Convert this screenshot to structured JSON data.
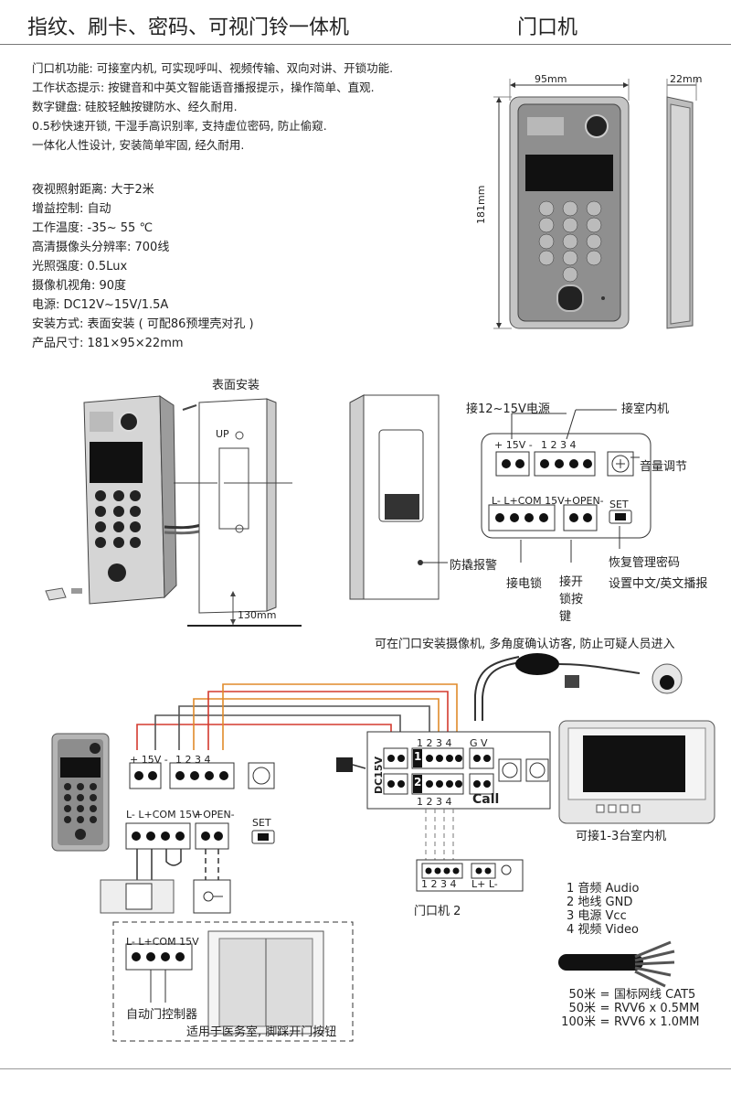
{
  "header": {
    "title": "指纹、刷卡、密码、可视门铃一体机",
    "subtitle": "门口机"
  },
  "features": [
    "门口机功能: 可接室内机, 可实现呼叫、视频传输、双向对讲、开锁功能.",
    "工作状态提示: 按键音和中英文智能语音播报提示，操作简单、直观.",
    "数字键盘: 硅胶轻触按键防水、经久耐用.",
    "0.5秒快速开锁, 干湿手高识别率, 支持虚位密码, 防止偷窥.",
    "一体化人性设计, 安装简单牢固, 经久耐用."
  ],
  "specs": [
    "夜视照射距离: 大于2米",
    "增益控制: 自动",
    "工作温度: -35~ 55 ℃",
    "高清摄像头分辨率: 700线",
    "光照强度: 0.5Lux",
    "摄像机视角: 90度",
    "电源: DC12V~15V/1.5A",
    "安装方式: 表面安装 ( 可配86预埋壳对孔 )",
    "产品尺寸: 181×95×22mm"
  ],
  "dimensions": {
    "width": "95mm",
    "depth": "22mm",
    "height": "181mm"
  },
  "install": {
    "title": "表面安装",
    "gap": "130mm",
    "up": "UP"
  },
  "terminals": {
    "power": "接12~15V电源",
    "indoor": "接室内机",
    "volume": "音量调节",
    "tamper": "防撬报警",
    "lock": "接电锁",
    "exit_button": "接开锁按键",
    "reset_pwd": "恢复管理密码",
    "voice_lang": "设置中文/英文播报",
    "plus15": "+ 15V -",
    "nums": "1 2 3 4",
    "com15": "L- L+COM 15V",
    "open": "+OPEN-",
    "set": "SET"
  },
  "wiring": {
    "camera_note": "可在门口安装摄像机, 多角度确认访客, 防止可疑人员进入",
    "monitor_note": "可接1-3台室内机",
    "door2": "门口机 2",
    "auto_door": "自动门控制器",
    "medical_note": "适用于医务室, 脚踩开门按钮",
    "call": "Call",
    "dc15v": "DC15V",
    "gv": "G V",
    "one": "1",
    "two": "2",
    "lplus": "L+ L-"
  },
  "cable_legend": [
    "1 音频 Audio",
    "2 地线 GND",
    "3 电源 Vcc",
    "4 视频 Video"
  ],
  "cable_specs": [
    {
      "len": "50米",
      "spec": "国标网线 CAT5"
    },
    {
      "len": "50米",
      "spec": "RVV6 x 0.5MM"
    },
    {
      "len": "100米",
      "spec": "RVV6 x 1.0MM"
    }
  ],
  "colors": {
    "red": "#d43a2f",
    "orange": "#e08a2a",
    "gray": "#555555"
  }
}
